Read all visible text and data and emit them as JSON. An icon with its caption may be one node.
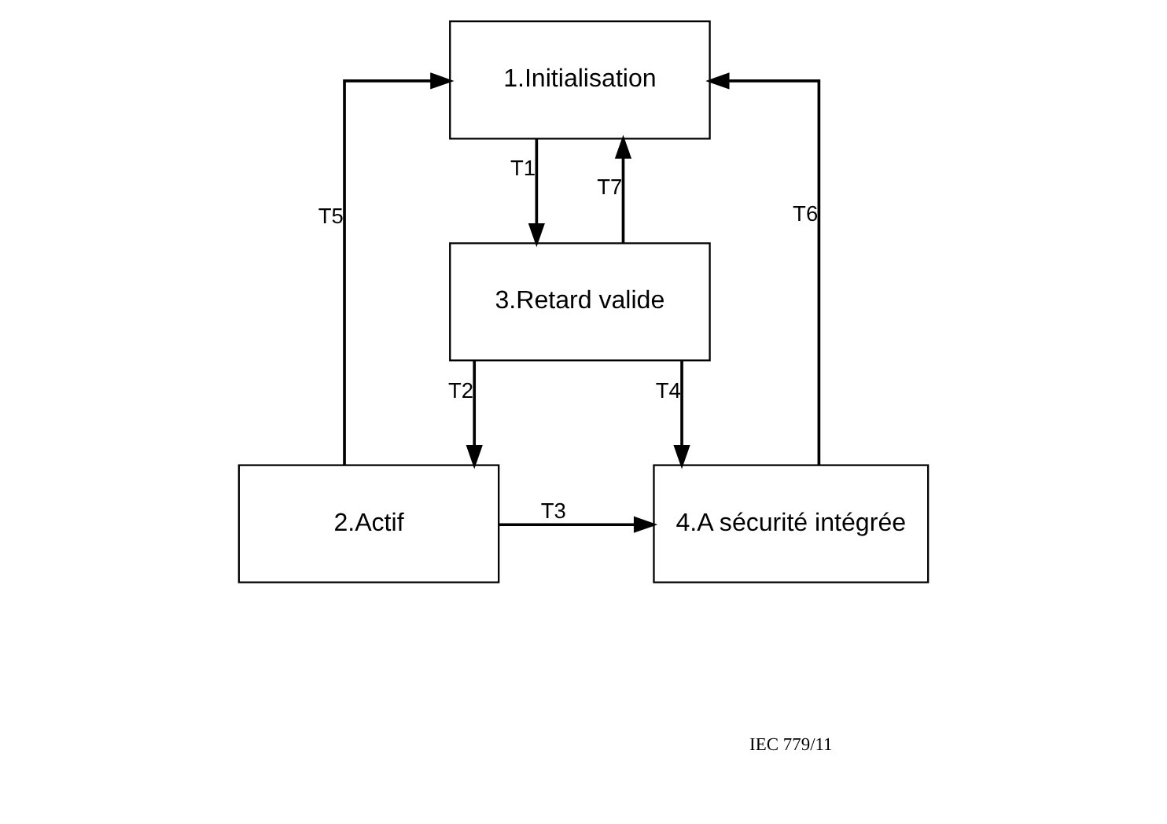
{
  "diagram": {
    "nodes": [
      {
        "text": [
          "1.Initialisation"
        ]
      },
      {
        "text": [
          "3.Retard valide"
        ]
      },
      {
        "text": [
          "2.Actif"
        ]
      },
      {
        "text": [
          "4.A sécurité intégrée"
        ]
      }
    ],
    "edges": [
      {
        "from": 0,
        "to": 1,
        "arrow": "to",
        "label": "T1"
      },
      {
        "from": 1,
        "to": 0,
        "arrow": "to",
        "label": "T7"
      },
      {
        "from": 2,
        "to": 0,
        "arrow": "to",
        "label": "T5"
      },
      {
        "from": 3,
        "to": 0,
        "arrow": "to",
        "label": "T6"
      },
      {
        "from": 1,
        "to": 2,
        "arrow": "to",
        "label": "T2"
      },
      {
        "from": 1,
        "to": 3,
        "arrow": "to",
        "label": "T4"
      },
      {
        "from": 2,
        "to": 3,
        "arrow": "to",
        "label": "T3"
      }
    ],
    "labels": [
      "IEC 779/11"
    ]
  }
}
